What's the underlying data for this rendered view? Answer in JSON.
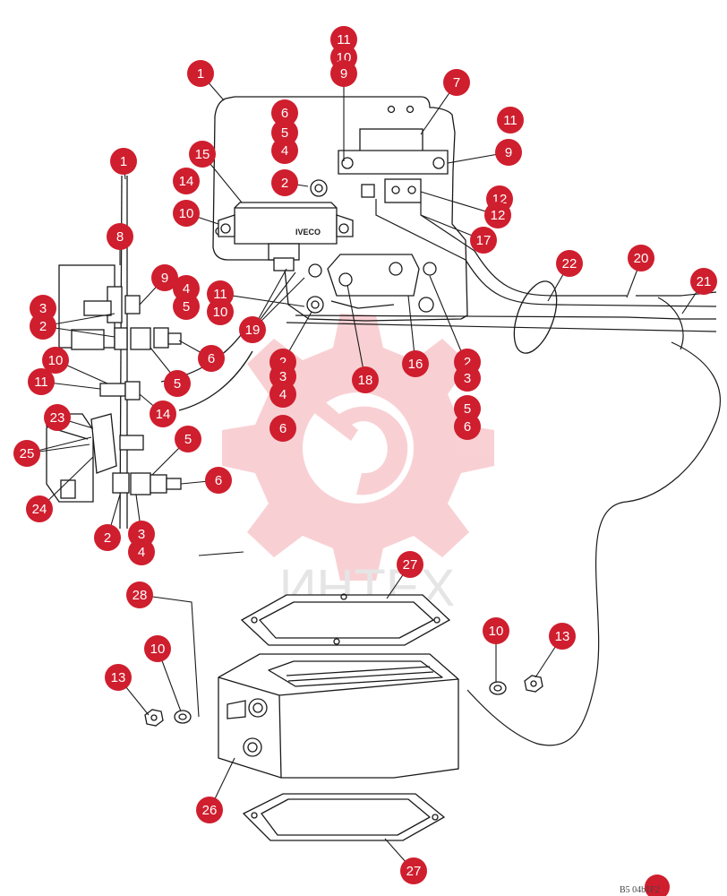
{
  "diagram": {
    "brand_label": "IVECO",
    "watermark": "ИНТЕХ",
    "reference_code": "B5 04b1F2",
    "callout_color": "#cf1e2e",
    "watermark_color": "#f2a0a6",
    "callouts": [
      "1",
      "11",
      "10",
      "9",
      "7",
      "11",
      "9",
      "6",
      "5",
      "4",
      "2",
      "12",
      "12",
      "17",
      "15",
      "14",
      "10",
      "1",
      "8",
      "9",
      "4",
      "5",
      "11",
      "10",
      "22",
      "20",
      "21",
      "2",
      "3",
      "6",
      "5",
      "10",
      "11",
      "14",
      "19",
      "18",
      "16",
      "2",
      "3",
      "4",
      "6",
      "2",
      "3",
      "5",
      "6",
      "23",
      "25",
      "24",
      "5",
      "6",
      "2",
      "3",
      "4",
      "27",
      "28",
      "10",
      "13",
      "26",
      "27",
      "10",
      "13"
    ]
  }
}
